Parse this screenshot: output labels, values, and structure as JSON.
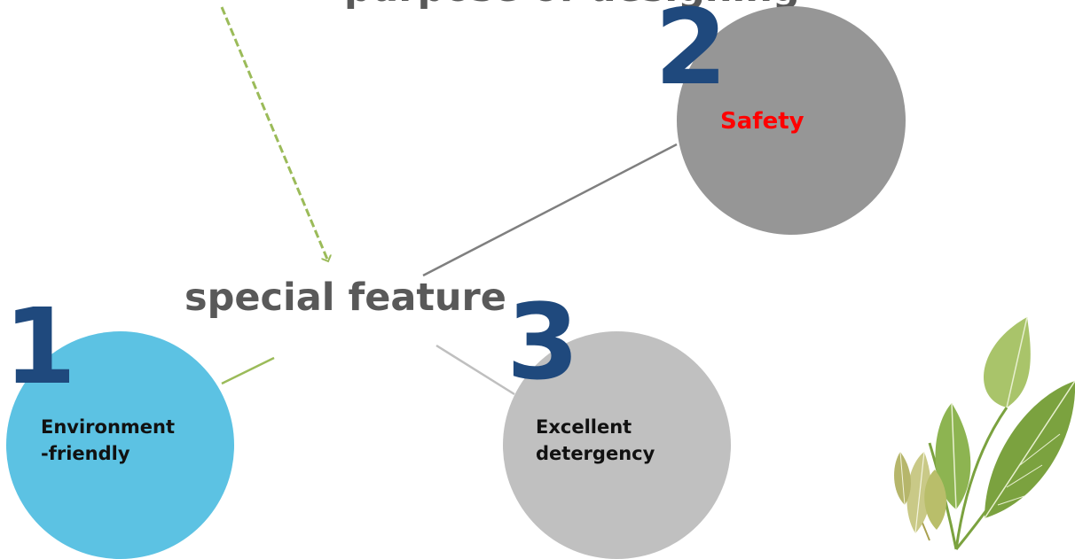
{
  "title_partial": "purpose of designing",
  "center": {
    "label": "special feature"
  },
  "features": [
    {
      "number": "1",
      "label_lines": [
        "Environment",
        "-friendly"
      ],
      "color": "#5cc2e3"
    },
    {
      "number": "2",
      "label_lines": [
        "Safety"
      ],
      "color": "#969696",
      "label_color": "#ff0000"
    },
    {
      "number": "3",
      "label_lines": [
        "Excellent",
        "detergency"
      ],
      "color": "#c0c0c0"
    }
  ],
  "colors": {
    "number_text": "#1f497d",
    "center_text": "#595959",
    "arrow": "#9bbb59",
    "connector_1": "#9bbb59",
    "connector_2": "#7f7f7f",
    "connector_3": "#bfbfbf",
    "leaf_light": "#a9c46a",
    "leaf_dark": "#7ba23f",
    "leaf_pale": "#c9c987"
  },
  "icons": {
    "decoration": "leaves-icon"
  }
}
